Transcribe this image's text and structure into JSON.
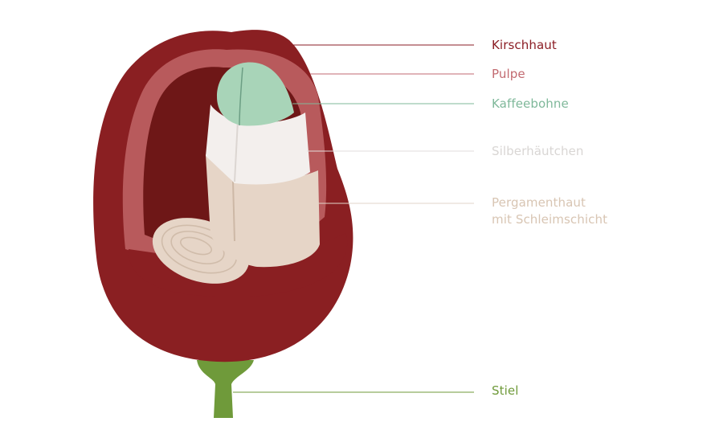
{
  "labels": {
    "kirschhaut": "Kirschhaut",
    "pulpe": "Pulpe",
    "kaffeebohne": "Kaffeebohne",
    "silberhaeutchen": "Silberhäutchen",
    "pergamenthaut_line1": "Pergamenthaut",
    "pergamenthaut_line2": "mit Schleimschicht",
    "stiel": "Stiel"
  },
  "colors": {
    "kirschhaut": "#8b1d24",
    "pulpe": "#c26a70",
    "kaffeebohne": "#7fb89a",
    "silberhaeutchen": "#d9d6d4",
    "pergamenthaut": "#d8c5b3",
    "stiel": "#6f9a3a",
    "skin_dark": "#6e1717",
    "skin": "#8a1f22",
    "pulp": "#b85a5c",
    "bean": "#a8d4b8",
    "silver": "#f3efed",
    "parchment": "#e6d5c7"
  }
}
